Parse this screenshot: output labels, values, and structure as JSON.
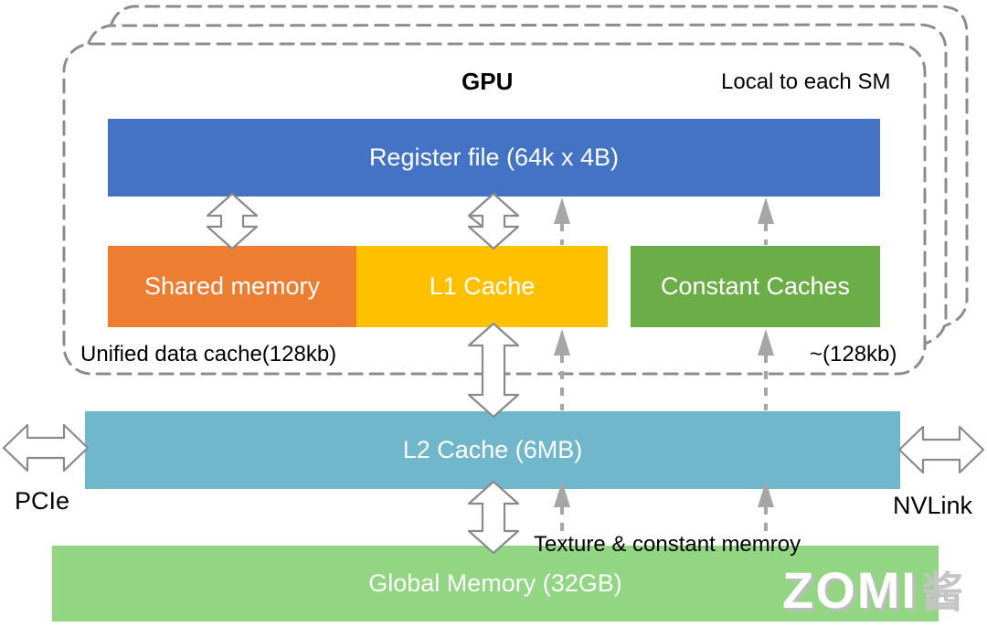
{
  "diagram": {
    "gpu_box": {
      "title": "GPU",
      "subtitle": "Local to each SM",
      "register_file_label": "Register file (64k x 4B)",
      "shared_memory_label": "Shared memory",
      "l1_cache_label": "L1 Cache",
      "constant_caches_label": "Constant Caches",
      "unified_cache_note": "Unified data cache(128kb)",
      "constant_size_note": "~(128kb)"
    },
    "l2_cache_label": "L2 Cache (6MB)",
    "global_memory_label": "Global Memory (32GB)",
    "pcie_label": "PCIe",
    "nvlink_label": "NVLink",
    "texture_note": "Texture & constant memroy",
    "watermark": {
      "text": "ZOMI",
      "suffix": "酱"
    }
  },
  "colors": {
    "register_blue": "#4472C4",
    "shared_orange": "#ED7D31",
    "l1_yellow": "#FFC000",
    "constant_green": "#6BAD47",
    "l2_teal": "#70B7CC",
    "global_light_green": "#92D582",
    "dashed_outline_gray": "#8C8C8C",
    "arrow_outline_gray": "#8A8A8A",
    "dashed_arrow_gray": "#A6A6A6",
    "text_black": "#000000",
    "watermark_white": "#FFFFFF"
  }
}
